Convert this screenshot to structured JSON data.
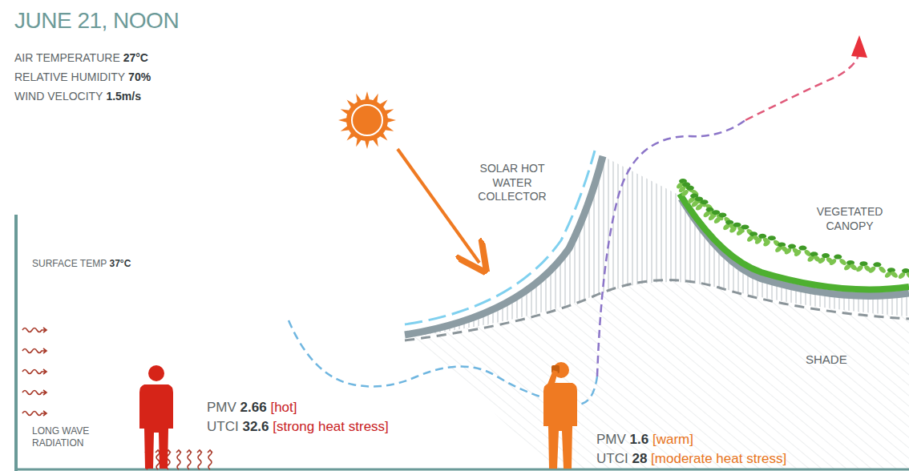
{
  "diagram": {
    "title": "JUNE 21, NOON",
    "labels": [
      "AIR TEMPERATURE",
      "27°C",
      "RELATIVE HUMIDITY",
      "70%",
      "WIND VELOCITY",
      "1.5m/s",
      "SOLAR HOT WATER COLLECTOR",
      "VEGETATED CANOPY",
      "SURFACE TEMP",
      "37°C",
      "SHADE",
      "LONG WAVE RADIATION",
      "PMV",
      "2.66",
      "[hot]",
      "UTCI",
      "32.6",
      "[strong heat stress]",
      "PMV",
      "1.6",
      "[warm]",
      "UTCI",
      "28",
      "[moderate heat stress]"
    ]
  }
}
